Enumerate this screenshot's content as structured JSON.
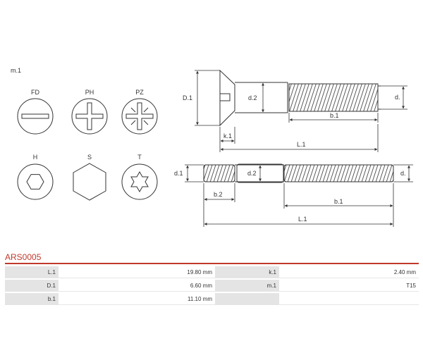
{
  "drawing": {
    "section_label": "m.1",
    "drive_types": [
      {
        "code": "FD",
        "icon": "slotted-drive-icon"
      },
      {
        "code": "PH",
        "icon": "phillips-drive-icon"
      },
      {
        "code": "PZ",
        "icon": "pozidriv-drive-icon"
      },
      {
        "code": "H",
        "icon": "hex-socket-drive-icon"
      },
      {
        "code": "S",
        "icon": "hex-head-drive-icon"
      },
      {
        "code": "T",
        "icon": "torx-drive-icon"
      }
    ],
    "dimension_labels": {
      "head_diameter": "D.1",
      "shank_diameter": "d.2",
      "thread_diameter": "d.",
      "thread_length": "b.1",
      "head_height": "k.1",
      "total_length": "L.1",
      "stud_diameter": "d.1",
      "stud_second_thread": "b.2"
    }
  },
  "part": {
    "number": "ARS0005",
    "color": "#c0392b"
  },
  "specs": [
    [
      {
        "key": "L.1",
        "value": "19.80 mm"
      },
      {
        "key": "k.1",
        "value": "2.40 mm"
      }
    ],
    [
      {
        "key": "D.1",
        "value": "6.60 mm"
      },
      {
        "key": "m.1",
        "value": "T15"
      }
    ],
    [
      {
        "key": "b.1",
        "value": "11.10 mm"
      },
      {
        "key": "",
        "value": ""
      }
    ]
  ]
}
